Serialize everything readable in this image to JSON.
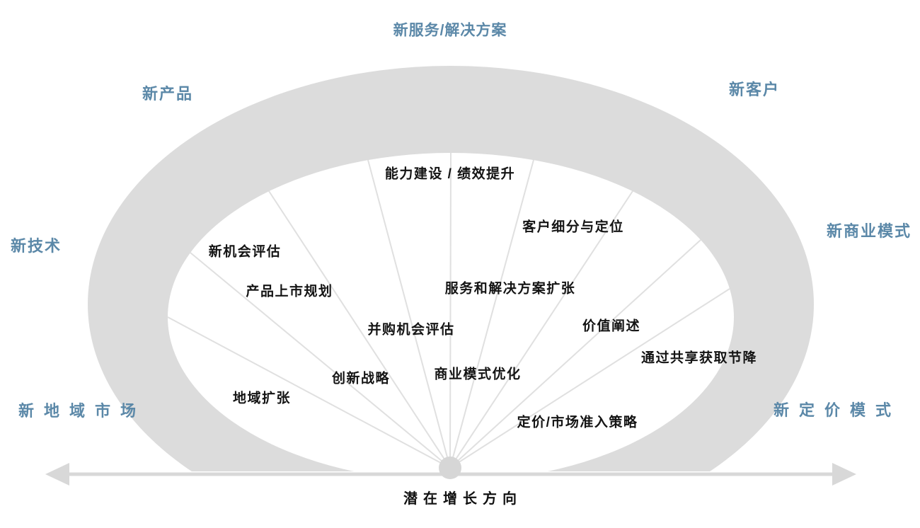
{
  "diagram": {
    "top_label": "新服务/解决方案",
    "outer_labels": {
      "top_left": "新产品",
      "top_right": "新客户",
      "left": "新技术",
      "right": "新商业模式",
      "bottom_left": "新地域市场",
      "bottom_right": "新定价模式"
    },
    "fan_labels": [
      "能力建设 / 绩效提升",
      "客户细分与定位",
      "新机会评估",
      "产品上市规划",
      "服务和解决方案扩张",
      "并购机会评估",
      "价值阐述",
      "通过共享获取节降",
      "创新战略",
      "商业模式优化",
      "地域扩张",
      "定价/市场准入策略"
    ],
    "axis_label": "潜在增长方向",
    "colors": {
      "accent_blue": "#5b88a8",
      "ring_gray": "#dcdcdc",
      "fan_line_gray": "#e0e0e0",
      "arrow_gray": "#d8d8d8",
      "hub_gray": "#d6d6d6",
      "ink": "#141414"
    }
  }
}
